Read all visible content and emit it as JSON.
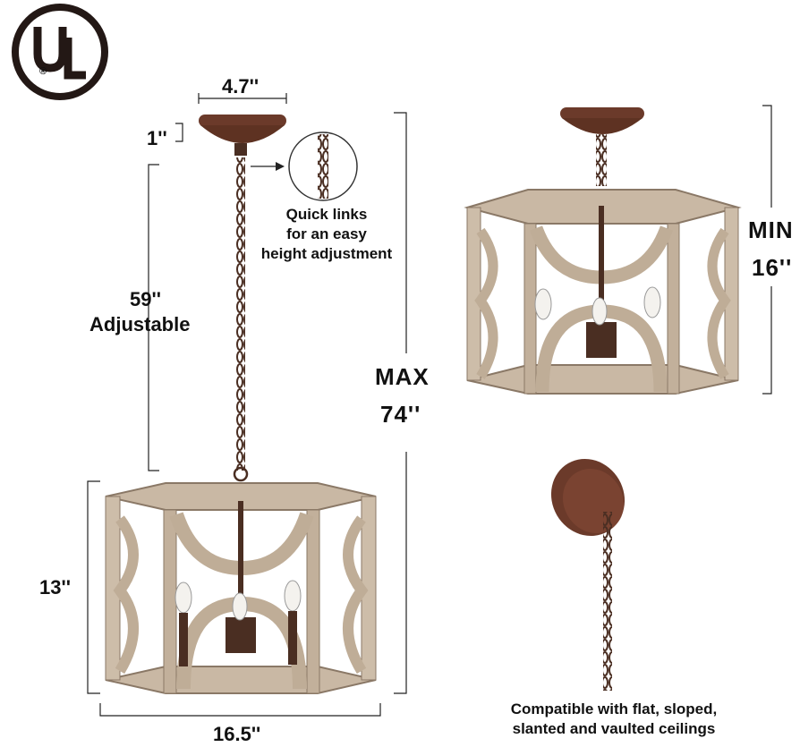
{
  "logo": {
    "text": "UL",
    "registered": "®"
  },
  "dimensions": {
    "canopy_width": "4.7''",
    "canopy_height": "1''",
    "chain_length": "59''",
    "chain_note": "Adjustable",
    "max_label": "MAX",
    "max_value": "74''",
    "min_label": "MIN",
    "min_value": "16''",
    "shade_height": "13''",
    "shade_width": "16.5''"
  },
  "callouts": {
    "quick_links": [
      "Quick links",
      "for an easy",
      "height adjustment"
    ],
    "compatible": [
      "Compatible with flat, sloped,",
      "slanted and vaulted ceilings"
    ]
  },
  "colors": {
    "rust": "#6b3a2a",
    "wood": "#c9b8a4",
    "wood_dark": "#8a7866",
    "ink": "#111111"
  }
}
